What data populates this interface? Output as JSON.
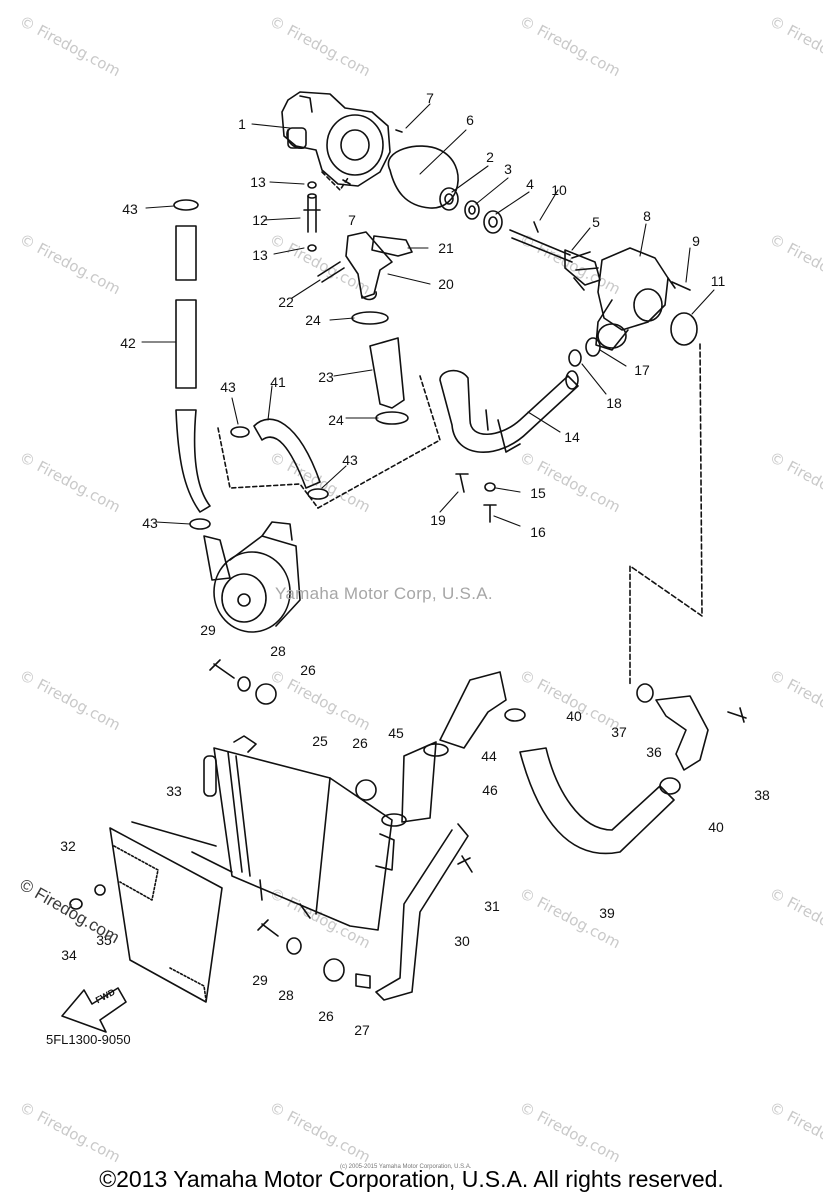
{
  "watermark": {
    "text": "© Firedog.com"
  },
  "center_watermark": "Yamaha Motor Corp, U.S.A.",
  "sheet_code": "5FL1300-9050",
  "fwd_label": "FWD",
  "side_watermark": "© Firedog.com",
  "small_copyright": "(c) 2005-2015 Yamaha Motor Corporation, U.S.A.",
  "footer_copyright": "©2013 Yamaha Motor Corporation, U.S.A. All rights reserved.",
  "part_numbers": [
    "1",
    "2",
    "3",
    "4",
    "5",
    "6",
    "7",
    "7",
    "8",
    "9",
    "10",
    "11",
    "12",
    "13",
    "13",
    "14",
    "15",
    "16",
    "17",
    "18",
    "19",
    "20",
    "21",
    "22",
    "23",
    "24",
    "24",
    "25",
    "26",
    "26",
    "26",
    "27",
    "28",
    "28",
    "29",
    "29",
    "30",
    "31",
    "32",
    "33",
    "34",
    "35",
    "36",
    "37",
    "38",
    "39",
    "40",
    "40",
    "41",
    "42",
    "43",
    "43",
    "43",
    "43",
    "44",
    "45",
    "46"
  ],
  "colors": {
    "line": "#111111",
    "watermark": "#c9c9c9",
    "background": "#ffffff"
  }
}
